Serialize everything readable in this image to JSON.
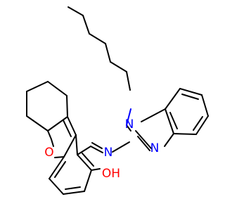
{
  "molecule": {
    "atoms": {
      "n_imidazole_1": "N",
      "n_imidazole_3": "N",
      "n_imine": "N",
      "o_furan": "O",
      "o_hydroxyl": "OH"
    }
  },
  "colors": {
    "bond": "#000000",
    "nitrogen": "#0000ff",
    "oxygen": "#ff0000",
    "background": "#ffffff"
  }
}
